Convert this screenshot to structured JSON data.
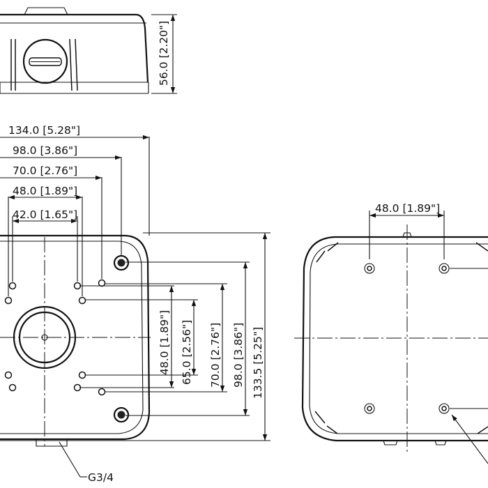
{
  "top_height_dim": "56.0 [2.20\"]",
  "left_view": {
    "width_dims": [
      "134.0 [5.28\"]",
      "98.0 [3.86\"]",
      "70.0 [2.76\"]",
      "48.0 [1.89\"]",
      "42.0 [1.65\"]"
    ],
    "height_dims": [
      "48.0 [1.89\"]",
      "65.0 [2.56\"]",
      "70.0 [2.76\"]",
      "98.0 [3.86\"]",
      "133.5 [5.25\"]"
    ],
    "thread_label": "G3/4"
  },
  "right_view": {
    "width_dim": "48.0 [1.89\"]"
  }
}
